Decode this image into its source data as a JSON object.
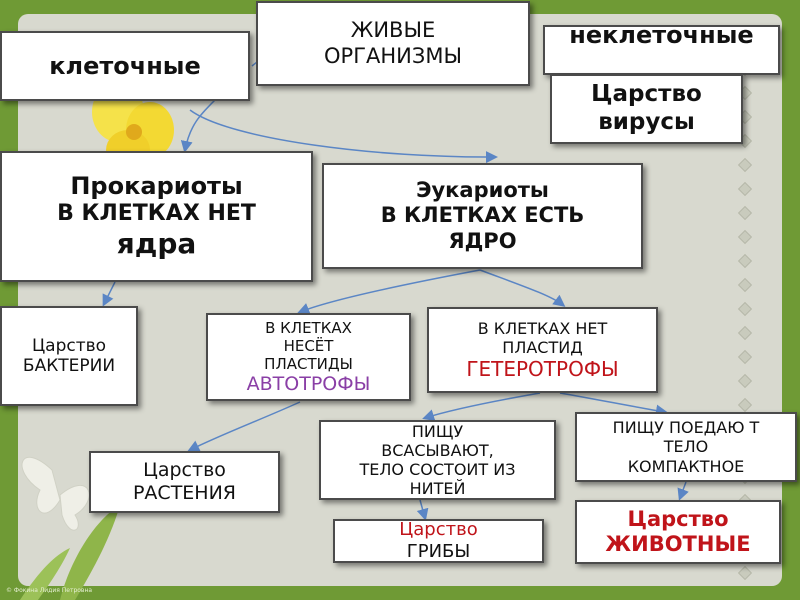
{
  "colors": {
    "frame": "#6f9a35",
    "panel": "#d8d9cf",
    "accent_red": "#c0141a",
    "accent_violet": "#8a3fa6",
    "arrow": "#5b86c5"
  },
  "nodes": {
    "living": [
      "ЖИВЫЕ",
      "ОРГАНИЗМЫ"
    ],
    "cellular": "клеточные",
    "noncellular": "неклеточные",
    "viruses": [
      "Царство",
      "вирусы"
    ],
    "prokaryotes": [
      "Прокариоты",
      "В КЛЕТКАХ НЕТ",
      "ядра"
    ],
    "eukaryotes": [
      "Эукариоты",
      "В КЛЕТКАХ ЕСТЬ",
      "ЯДРО"
    ],
    "bacteria": [
      "Царство",
      "БАКТЕРИИ"
    ],
    "autotrophs": [
      "В КЛЕТКАХ",
      "НЕСЁТ",
      "ПЛАСТИДЫ",
      "АВТОТРОФЫ"
    ],
    "heterotrophs": [
      "В КЛЕТКАХ НЕТ",
      "ПЛАСТИД",
      "ГЕТЕРОТРОФЫ"
    ],
    "plants": [
      "Царство",
      "РАСТЕНИЯ"
    ],
    "fungi_desc": [
      "ПИЩУ",
      "ВСАСЫВАЮТ,",
      "ТЕЛО СОСТОИТ ИЗ",
      "НИТЕЙ"
    ],
    "animals_desc": [
      "ПИЩУ ПОЕДАЮ Т",
      "ТЕЛО",
      "КОМПАКТНОЕ"
    ],
    "fungi": [
      "Царство",
      "ГРИБЫ"
    ],
    "animals": [
      "Царство",
      "ЖИВОТНЫЕ"
    ]
  },
  "credit": "© Фокина Лидия Петровна"
}
